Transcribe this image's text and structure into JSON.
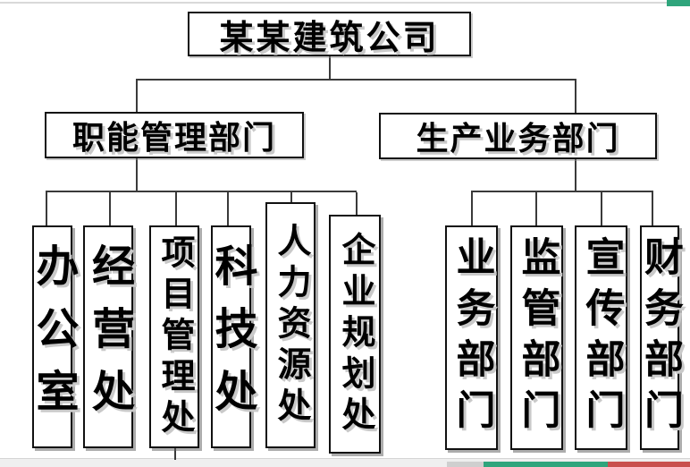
{
  "chrome": {
    "accent_teal": "#2fa57c",
    "accent_red": "#c9504e",
    "divider_gray": "#d9d9d9"
  },
  "chart": {
    "type": "org-chart",
    "root": {
      "label": "某某建筑公司"
    },
    "branches": [
      {
        "label": "职能管理部门",
        "children": [
          "办公室",
          "经营处",
          "项目管理处",
          "科技处",
          "人力资源处",
          "企业规划处"
        ]
      },
      {
        "label": "生产业务部门",
        "children": [
          "业务部门",
          "监管部门",
          "宣传部门",
          "财务部门"
        ]
      }
    ]
  }
}
